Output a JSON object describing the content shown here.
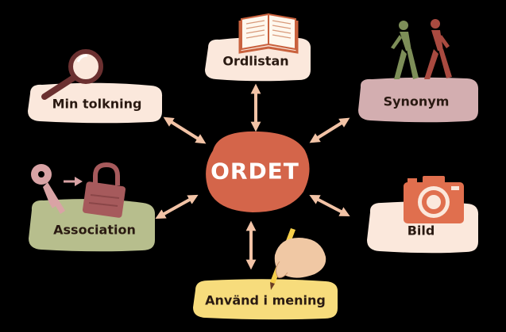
{
  "center": {
    "label": "ORDET",
    "color": "#d4654a"
  },
  "nodes": [
    {
      "id": "ordlistan",
      "label": "Ordlistan",
      "color": "#fbe8dc",
      "icon": "open-book-icon"
    },
    {
      "id": "synonym",
      "label": "Synonym",
      "color": "#d3aeb0",
      "icon": "walking-people-icon"
    },
    {
      "id": "bild",
      "label": "Bild",
      "color": "#fbe8dc",
      "icon": "camera-icon"
    },
    {
      "id": "anvand",
      "label": "Använd i mening",
      "color": "#f7dc7c",
      "icon": "writing-hand-icon"
    },
    {
      "id": "association",
      "label": "Association",
      "color": "#b7be8d",
      "icon": "key-and-padlock-icon"
    },
    {
      "id": "tolkning",
      "label": "Min tolkning",
      "color": "#fbe8dc",
      "icon": "magnifying-glass-icon"
    }
  ],
  "colors": {
    "arrow": "#f2c3a6",
    "background": "#000000"
  }
}
